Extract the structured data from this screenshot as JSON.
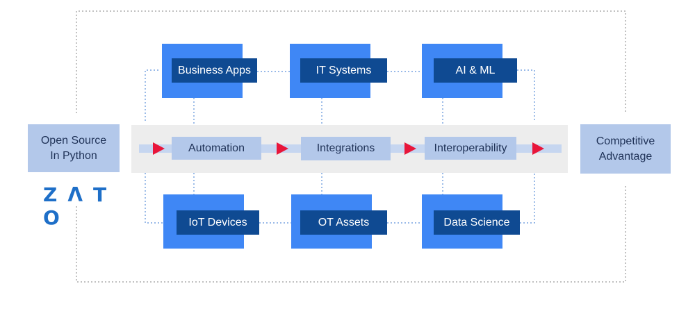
{
  "left_box": {
    "line1": "Open Source",
    "line2": "In Python"
  },
  "right_box": {
    "line1": "Competitive",
    "line2": "Advantage"
  },
  "logo": {
    "chars": [
      "Z",
      "Λ",
      "T",
      "O"
    ]
  },
  "stages": [
    "Automation",
    "Integrations",
    "Interoperability"
  ],
  "top_row": [
    "Business Apps",
    "IT Systems",
    "AI & ML"
  ],
  "bottom_row": [
    "IoT Devices",
    "OT Assets",
    "Data Science"
  ],
  "colors": {
    "label_bg": "#0f4a92",
    "shadow": "#3f87f5",
    "stage_bg": "#b3c8ea",
    "arrow": "#e8163a",
    "band": "#ededed",
    "dotted_line": "#5b8fd9",
    "outer_border": "#9a9a9a"
  }
}
